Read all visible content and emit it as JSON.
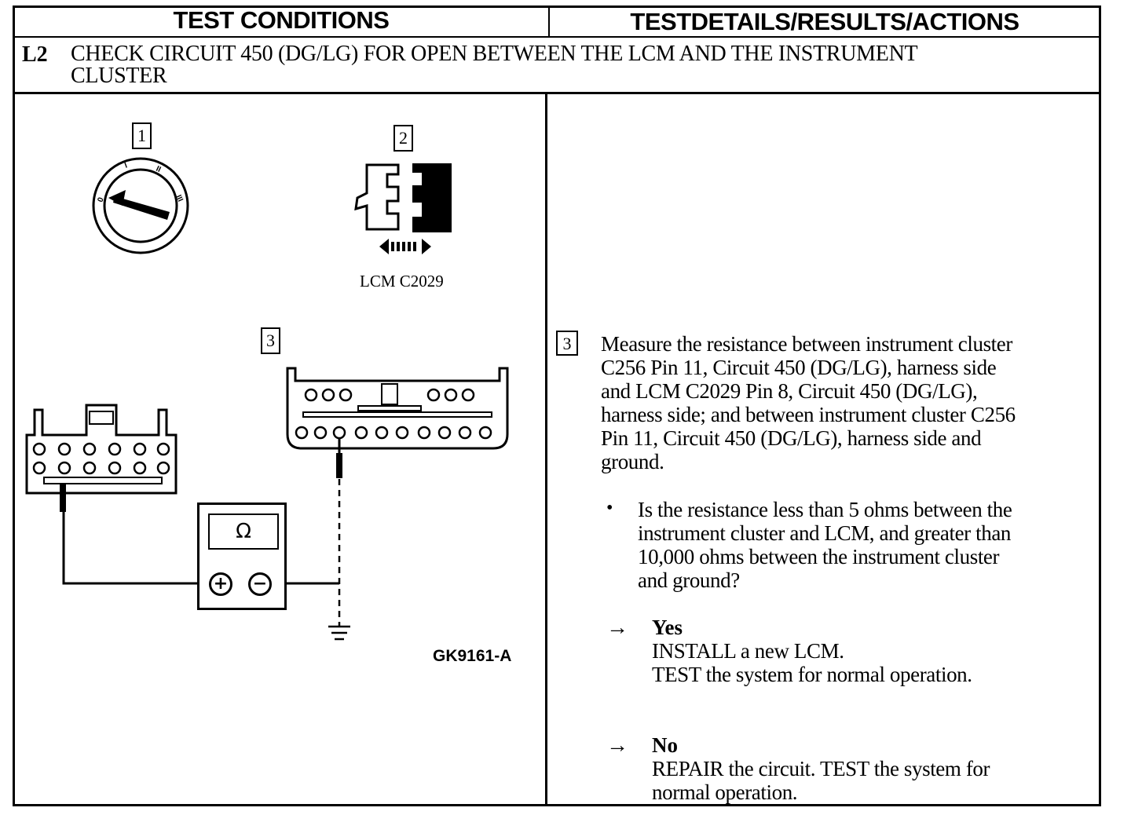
{
  "header": {
    "left_title": "TEST CONDITIONS",
    "right_title": "TESTDETAILS/RESULTS/ACTIONS"
  },
  "step": {
    "id": "L2",
    "title_line1": "CHECK CIRCUIT 450 (DG/LG) FOR OPEN BETWEEN THE LCM AND THE INSTRUMENT",
    "title_line2": "CLUSTER"
  },
  "figure": {
    "callout_1": "1",
    "callout_2": "2",
    "callout_3": "3",
    "connector_label": "LCM C2029",
    "meter_symbol": "Ω",
    "plus": "+",
    "minus": "−",
    "figure_code": "GK9161-A",
    "ignition_marks": [
      "0",
      "I",
      "II",
      "III"
    ]
  },
  "details": {
    "step_num": "3",
    "instruction_lines": [
      "Measure the resistance between instrument cluster",
      "C256 Pin 11, Circuit 450 (DG/LG), harness side",
      "and LCM C2029 Pin 8, Circuit 450 (DG/LG),",
      "harness side; and between instrument cluster C256",
      "Pin 11, Circuit 450 (DG/LG), harness side and",
      "ground."
    ],
    "bullet": "•",
    "question_lines": [
      "Is the resistance less than 5 ohms between the",
      "instrument cluster and LCM, and greater than",
      "10,000 ohms between the instrument cluster",
      "and ground?"
    ],
    "arrow": "→",
    "yes": {
      "label": "Yes",
      "line1": "INSTALL a new LCM.",
      "line2": "TEST the system for normal operation."
    },
    "no": {
      "label": "No",
      "line1": "REPAIR the circuit. TEST the system for",
      "line2": "normal operation."
    }
  }
}
